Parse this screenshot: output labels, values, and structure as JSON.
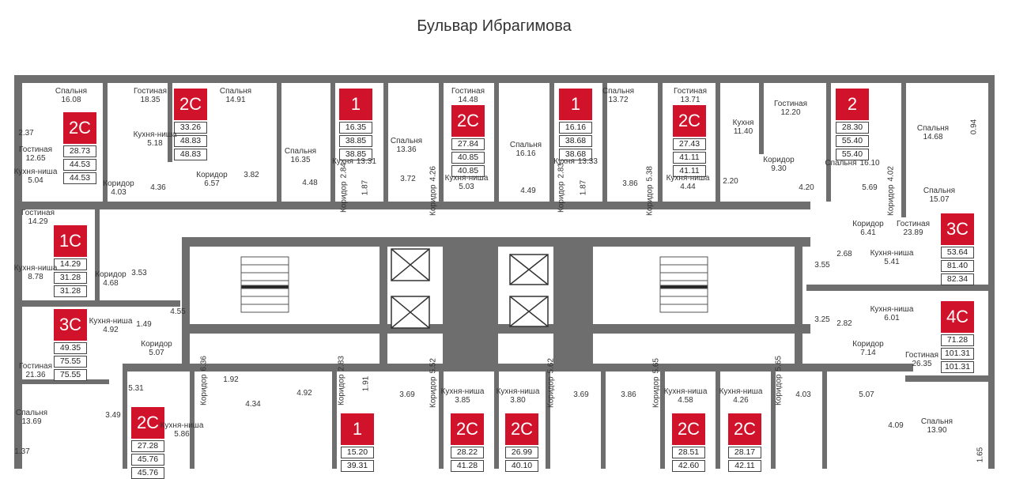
{
  "title": "Бульвар Ибрагимова",
  "colors": {
    "badge": "#d0122b",
    "wall": "#6e6e6e"
  },
  "units": [
    {
      "type": "2C",
      "areas": [
        "28.73",
        "44.53",
        "44.53"
      ]
    },
    {
      "type": "2C",
      "areas": [
        "33.26",
        "48.83",
        "48.83"
      ]
    },
    {
      "type": "1",
      "areas": [
        "16.35",
        "38.85",
        "38.85"
      ]
    },
    {
      "type": "2C",
      "areas": [
        "27.84",
        "40.85",
        "40.85"
      ]
    },
    {
      "type": "1",
      "areas": [
        "16.16",
        "38.68",
        "38.68"
      ]
    },
    {
      "type": "2C",
      "areas": [
        "27.43",
        "41.11",
        "41.11"
      ]
    },
    {
      "type": "2",
      "areas": [
        "28.30",
        "55.40",
        "55.40"
      ]
    },
    {
      "type": "1C",
      "areas": [
        "14.29",
        "31.28",
        "31.28"
      ]
    },
    {
      "type": "3C",
      "areas": [
        "49.35",
        "75.55",
        "75.55"
      ]
    },
    {
      "type": "3C",
      "areas": [
        "53.64",
        "81.40",
        "82.34"
      ]
    },
    {
      "type": "4C",
      "areas": [
        "71.28",
        "101.31",
        "101.31"
      ]
    },
    {
      "type": "2C",
      "areas": [
        "27.28",
        "45.76",
        "45.76"
      ]
    },
    {
      "type": "1",
      "areas": [
        "15.20",
        "39.31"
      ]
    },
    {
      "type": "2C",
      "areas": [
        "28.22",
        "41.28"
      ]
    },
    {
      "type": "2C",
      "areas": [
        "26.99",
        "40.10"
      ]
    },
    {
      "type": "2C",
      "areas": [
        "28.51",
        "42.60"
      ]
    },
    {
      "type": "2C",
      "areas": [
        "28.17",
        "42.11"
      ]
    }
  ],
  "rooms": [
    {
      "n": "Спальня",
      "a": "16.08"
    },
    {
      "n": "",
      "a": "2.37"
    },
    {
      "n": "Гостиная",
      "a": "12.65"
    },
    {
      "n": "Кухня-ниша",
      "a": "5.04"
    },
    {
      "n": "Гостиная",
      "a": "18.35"
    },
    {
      "n": "Кухня-ниша",
      "a": "5.18"
    },
    {
      "n": "Коридор",
      "a": "4.03"
    },
    {
      "n": "",
      "a": "4.36"
    },
    {
      "n": "Спальня",
      "a": "14.91"
    },
    {
      "n": "Коридор",
      "a": "6.57"
    },
    {
      "n": "",
      "a": "3.82"
    },
    {
      "n": "Спальня",
      "a": "16.35"
    },
    {
      "n": "",
      "a": "4.48"
    },
    {
      "n": "Кухня",
      "a": "13.31"
    },
    {
      "n": "Коридор",
      "a": "2.84"
    },
    {
      "n": "",
      "a": "1.87"
    },
    {
      "n": "",
      "a": "3.72"
    },
    {
      "n": "Спальня",
      "a": "13.36"
    },
    {
      "n": "Коридор",
      "a": "4.26"
    },
    {
      "n": "Гостиная",
      "a": "14.48"
    },
    {
      "n": "Кухня-ниша",
      "a": "5.03"
    },
    {
      "n": "Спальня",
      "a": "16.16"
    },
    {
      "n": "",
      "a": "4.49"
    },
    {
      "n": "Кухня",
      "a": "13.33"
    },
    {
      "n": "Коридор",
      "a": "2.83"
    },
    {
      "n": "",
      "a": "1.87"
    },
    {
      "n": "Спальня",
      "a": "13.72"
    },
    {
      "n": "",
      "a": "3.86"
    },
    {
      "n": "Коридор",
      "a": "5.38"
    },
    {
      "n": "Гостиная",
      "a": "13.71"
    },
    {
      "n": "Кухня-ниша",
      "a": "4.44"
    },
    {
      "n": "Кухня",
      "a": "11.40"
    },
    {
      "n": "",
      "a": "2.20"
    },
    {
      "n": "Гостиная",
      "a": "12.20"
    },
    {
      "n": "Коридор",
      "a": "9.30"
    },
    {
      "n": "",
      "a": "4.20"
    },
    {
      "n": "Спальня",
      "a": "16.10"
    },
    {
      "n": "",
      "a": "5.69"
    },
    {
      "n": "Коридор",
      "a": "4.02"
    },
    {
      "n": "Спальня",
      "a": "14.68"
    },
    {
      "n": "",
      "a": "0.94"
    },
    {
      "n": "Спальня",
      "a": "15.07"
    },
    {
      "n": "Гостиная",
      "a": "14.29"
    },
    {
      "n": "Кухня-ниша",
      "a": "8.78"
    },
    {
      "n": "Коридор",
      "a": "4.68"
    },
    {
      "n": "",
      "a": "3.53"
    },
    {
      "n": "Кухня-ниша",
      "a": "4.92"
    },
    {
      "n": "",
      "a": "1.49"
    },
    {
      "n": "",
      "a": "4.55"
    },
    {
      "n": "Коридор",
      "a": "5.07"
    },
    {
      "n": "Гостиная",
      "a": "21.36"
    },
    {
      "n": "Спальня",
      "a": "13.69"
    },
    {
      "n": "",
      "a": "3.49"
    },
    {
      "n": "",
      "a": "1.37"
    },
    {
      "n": "",
      "a": "5.31"
    },
    {
      "n": "Кухня-ниша",
      "a": "5.86"
    },
    {
      "n": "Коридор",
      "a": "6.36"
    },
    {
      "n": "",
      "a": "1.92"
    },
    {
      "n": "",
      "a": "4.34"
    },
    {
      "n": "",
      "a": "4.92"
    },
    {
      "n": "Коридор",
      "a": "2.83"
    },
    {
      "n": "",
      "a": "1.91"
    },
    {
      "n": "",
      "a": "3.69"
    },
    {
      "n": "Коридор",
      "a": "5.52"
    },
    {
      "n": "Кухня-ниша",
      "a": "3.85"
    },
    {
      "n": "Кухня-ниша",
      "a": "3.80"
    },
    {
      "n": "Коридор",
      "a": "5.62"
    },
    {
      "n": "",
      "a": "3.69"
    },
    {
      "n": "",
      "a": "3.86"
    },
    {
      "n": "Коридор",
      "a": "5.65"
    },
    {
      "n": "Кухня-ниша",
      "a": "4.58"
    },
    {
      "n": "Кухня-ниша",
      "a": "4.26"
    },
    {
      "n": "Коридор",
      "a": "5.65"
    },
    {
      "n": "",
      "a": "4.03"
    },
    {
      "n": "",
      "a": "5.07"
    },
    {
      "n": "Коридор",
      "a": "6.41"
    },
    {
      "n": "Гостиная",
      "a": "23.89"
    },
    {
      "n": "",
      "a": "3.55"
    },
    {
      "n": "",
      "a": "2.68"
    },
    {
      "n": "Кухня-ниша",
      "a": "5.41"
    },
    {
      "n": "",
      "a": "3.25"
    },
    {
      "n": "",
      "a": "2.82"
    },
    {
      "n": "Кухня-ниша",
      "a": "6.01"
    },
    {
      "n": "Коридор",
      "a": "7.14"
    },
    {
      "n": "Гостиная",
      "a": "26.35"
    },
    {
      "n": "",
      "a": "4.09"
    },
    {
      "n": "Спальня",
      "a": "13.90"
    },
    {
      "n": "",
      "a": "1.65"
    }
  ]
}
